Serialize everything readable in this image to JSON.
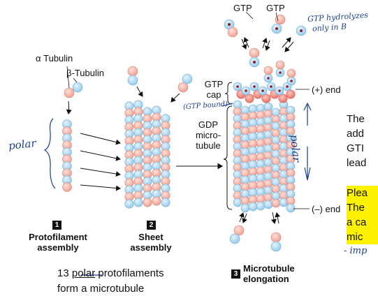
{
  "labels": {
    "alpha_tubulin": "α Tubulin",
    "beta_tubulin": "β-Tubulin",
    "gtp_left": "GTP",
    "gtp_right": "GTP",
    "gtp_cap_line1": "GTP",
    "gtp_cap_line2": "cap",
    "gdp_line1": "GDP",
    "gdp_line2": "micro-",
    "gdp_line3": "tubule",
    "plus_end": "(+) end",
    "minus_end": "(–) end"
  },
  "steps": [
    {
      "number": "1",
      "line1": "Protofilament",
      "line2": "assembly"
    },
    {
      "number": "2",
      "line1": "Sheet",
      "line2": "assembly"
    },
    {
      "number": "3",
      "line1": "Microtubule",
      "line2": "elongation"
    }
  ],
  "handwriting": {
    "polar_left": "polar",
    "polar_right": "polar",
    "gtp_hydrolyzes_1": "GTP hydrolyzes",
    "gtp_hydrolyzes_2": "only in B",
    "gtp_bound": "(GTP bound)",
    "underlined_word": "polar",
    "imp": "- imp"
  },
  "caption": {
    "before": "13 ",
    "underlined": "polar",
    "after": " protofilaments",
    "line2": "form a microtubule"
  },
  "side_text": {
    "p1_line1": "The",
    "p1_line2": "add",
    "p1_line3": "GTI",
    "p1_line4": "lead",
    "p2_line1": "Plea",
    "p2_line2": "The",
    "p2_line3": "a ca",
    "p2_line4": "mic"
  },
  "colors": {
    "alpha": "#f4a99b",
    "beta": "#a9d6f0",
    "gtp_cap": "#f08a80",
    "ink": "#1a3f8f",
    "highlight": "#fff200"
  }
}
